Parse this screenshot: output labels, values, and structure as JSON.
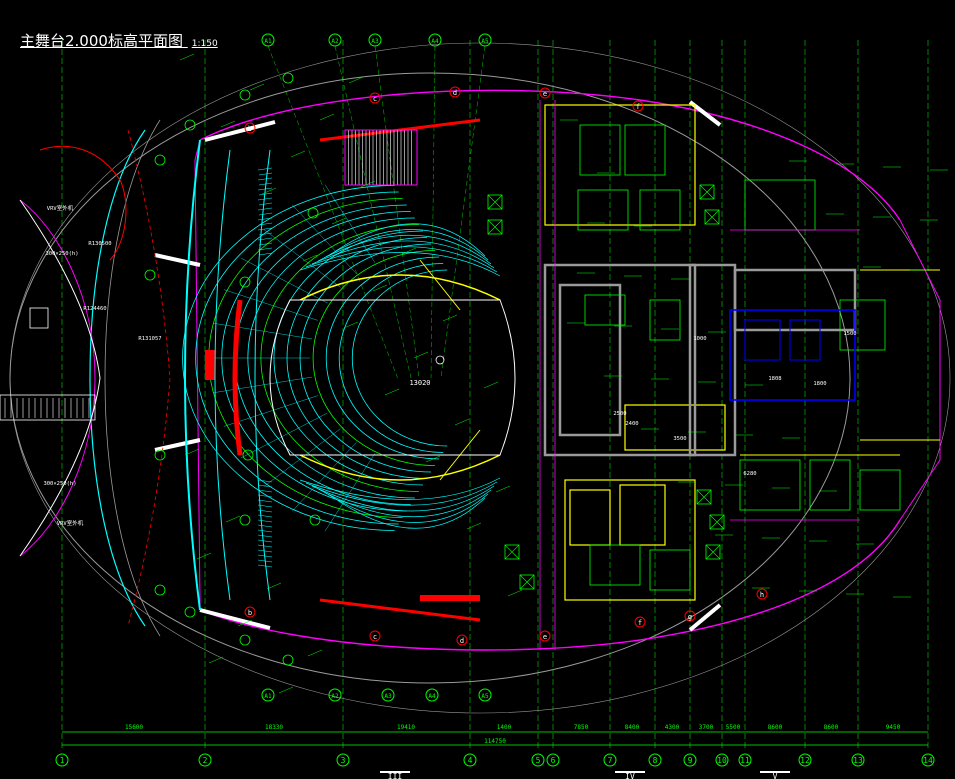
{
  "drawing": {
    "title": "主舞台2.000标高平面图",
    "scale": "1:150",
    "center_value": "13020",
    "overall_dimension": "114750"
  },
  "axes_bottom": [
    "1",
    "2",
    "3",
    "4",
    "5",
    "6",
    "7",
    "8",
    "9",
    "10",
    "11",
    "12",
    "13",
    "14"
  ],
  "axes_top": [
    "A1",
    "A2",
    "A3",
    "A4",
    "A5"
  ],
  "axes_bottom_a": [
    "A1",
    "A2",
    "A3",
    "A4",
    "A5"
  ],
  "dims_bottom": [
    "15600",
    "18330",
    "19410",
    "1400",
    "7850",
    "8400",
    "4300",
    "3700",
    "5500",
    "8600",
    "8600",
    "9450"
  ],
  "sections": [
    "III",
    "IV",
    "V"
  ],
  "letters_top": [
    "b",
    "c",
    "d",
    "e",
    "f"
  ],
  "letters_bottom": [
    "b",
    "c",
    "d",
    "e",
    "f",
    "g",
    "h"
  ],
  "room_labels": [
    "VRV室外机",
    "VRV室外机",
    "300×250(h)",
    "300×250(h)",
    "R130500",
    "R124460",
    "R131057",
    "2500",
    "2400",
    "3500",
    "6280",
    "1808",
    "1800",
    "1500",
    "1000"
  ],
  "colors": {
    "background": "#000000",
    "cyan": "#00ffff",
    "green": "#00ff00",
    "yellow": "#ffff00",
    "red": "#ff0000",
    "magenta": "#ff00ff",
    "blue": "#0000ff",
    "white": "#ffffff",
    "grey": "#9a9a9a"
  }
}
